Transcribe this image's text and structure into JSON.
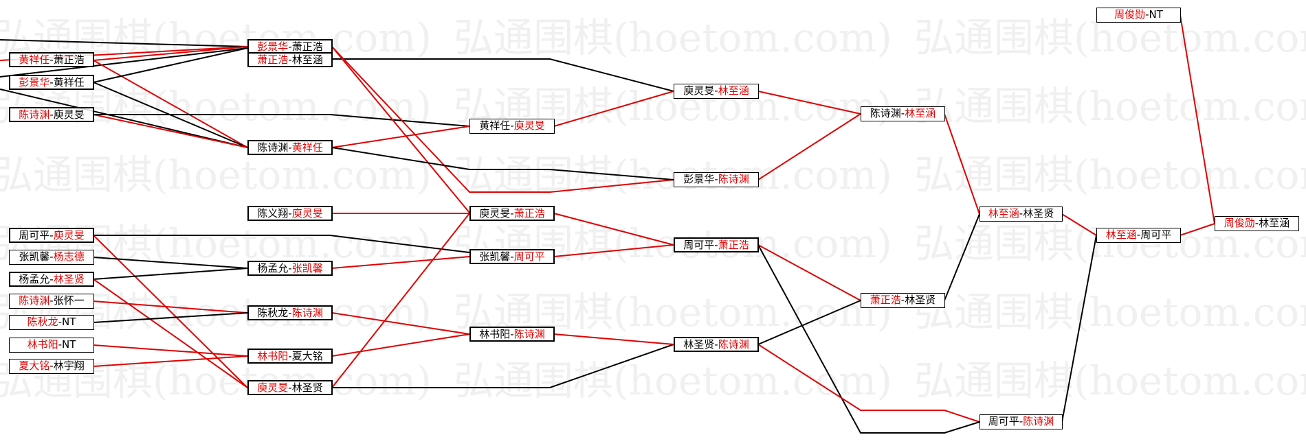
{
  "watermark": "弘通围棋(hoetom.com)",
  "colors": {
    "winner": "#e00000",
    "loser": "#000000",
    "line_win": "#e00000",
    "line_loss": "#000000"
  },
  "bracket": {
    "round1": [
      {
        "left": "彭景华",
        "sep": "-",
        "right": "萧正浩",
        "winner": "left"
      },
      {
        "left": "黄祥任",
        "sep": "-",
        "right": "萧正浩",
        "winner": "left"
      },
      {
        "left": "彭景华",
        "sep": "-",
        "right": "黄祥任",
        "winner": "left"
      },
      {
        "left": "陈诗渊",
        "sep": "-",
        "right": "庾灵旻",
        "winner": "left"
      },
      {
        "left": "周可平",
        "sep": "-",
        "right": "庾灵旻",
        "winner": "right"
      },
      {
        "left": "张凯馨",
        "sep": "-",
        "right": "杨志德",
        "winner": "right"
      },
      {
        "left": "杨孟允",
        "sep": "-",
        "right": "林圣贤",
        "winner": "right"
      },
      {
        "left": "陈诗渊",
        "sep": "-",
        "right": "张怀一",
        "winner": "left"
      },
      {
        "left": "陈秋龙",
        "sep": "-",
        "right": "NT",
        "winner": "left"
      },
      {
        "left": "林书阳",
        "sep": "-",
        "right": "NT",
        "winner": "left"
      },
      {
        "left": "夏大铭",
        "sep": "-",
        "right": "林宇翔",
        "winner": "left"
      }
    ],
    "round2": [
      {
        "left": "萧正浩",
        "sep": "-",
        "right": "林至涵",
        "winner": "left"
      },
      {
        "left": "陈诗渊",
        "sep": "-",
        "right": "黄祥任",
        "winner": "right"
      },
      {
        "left": "陈义翔",
        "sep": "-",
        "right": "庾灵旻",
        "winner": "right"
      },
      {
        "left": "杨孟允",
        "sep": "-",
        "right": "张凯馨",
        "winner": "right"
      },
      {
        "left": "陈秋龙",
        "sep": "-",
        "right": "陈诗渊",
        "winner": "right"
      },
      {
        "left": "林书阳",
        "sep": "-",
        "right": "夏大铭",
        "winner": "left"
      },
      {
        "left": "庾灵旻",
        "sep": "-",
        "right": "林圣贤",
        "winner": "left"
      }
    ],
    "round3": [
      {
        "left": "黄祥任",
        "sep": "-",
        "right": "庾灵旻",
        "winner": "right"
      },
      {
        "left": "庾灵旻",
        "sep": "-",
        "right": "萧正浩",
        "winner": "right"
      },
      {
        "left": "张凯馨",
        "sep": "-",
        "right": "周可平",
        "winner": "right"
      },
      {
        "left": "林书阳",
        "sep": "-",
        "right": "陈诗渊",
        "winner": "right"
      }
    ],
    "round4": [
      {
        "left": "庾灵旻",
        "sep": "-",
        "right": "林至涵",
        "winner": "right"
      },
      {
        "left": "彭景华",
        "sep": "-",
        "right": "陈诗渊",
        "winner": "right"
      },
      {
        "left": "周可平",
        "sep": "-",
        "right": "萧正浩",
        "winner": "right"
      },
      {
        "left": "林圣贤",
        "sep": "-",
        "right": "陈诗渊",
        "winner": "right"
      }
    ],
    "round5": [
      {
        "left": "陈诗渊",
        "sep": "-",
        "right": "林至涵",
        "winner": "right"
      },
      {
        "left": "萧正浩",
        "sep": "-",
        "right": "林圣贤",
        "winner": "left"
      }
    ],
    "round6": [
      {
        "left": "林至涵",
        "sep": "-",
        "right": "林圣贤",
        "winner": "left"
      },
      {
        "left": "周可平",
        "sep": "-",
        "right": "陈诗渊",
        "winner": "right"
      }
    ],
    "round7": [
      {
        "left": "周俊勋",
        "sep": "-",
        "right": "NT",
        "winner": "left"
      },
      {
        "left": "林至涵",
        "sep": "-",
        "right": "周可平",
        "winner": "left"
      }
    ],
    "final": [
      {
        "left": "周俊勋",
        "sep": "-",
        "right": "林至涵",
        "winner": "left"
      }
    ]
  }
}
